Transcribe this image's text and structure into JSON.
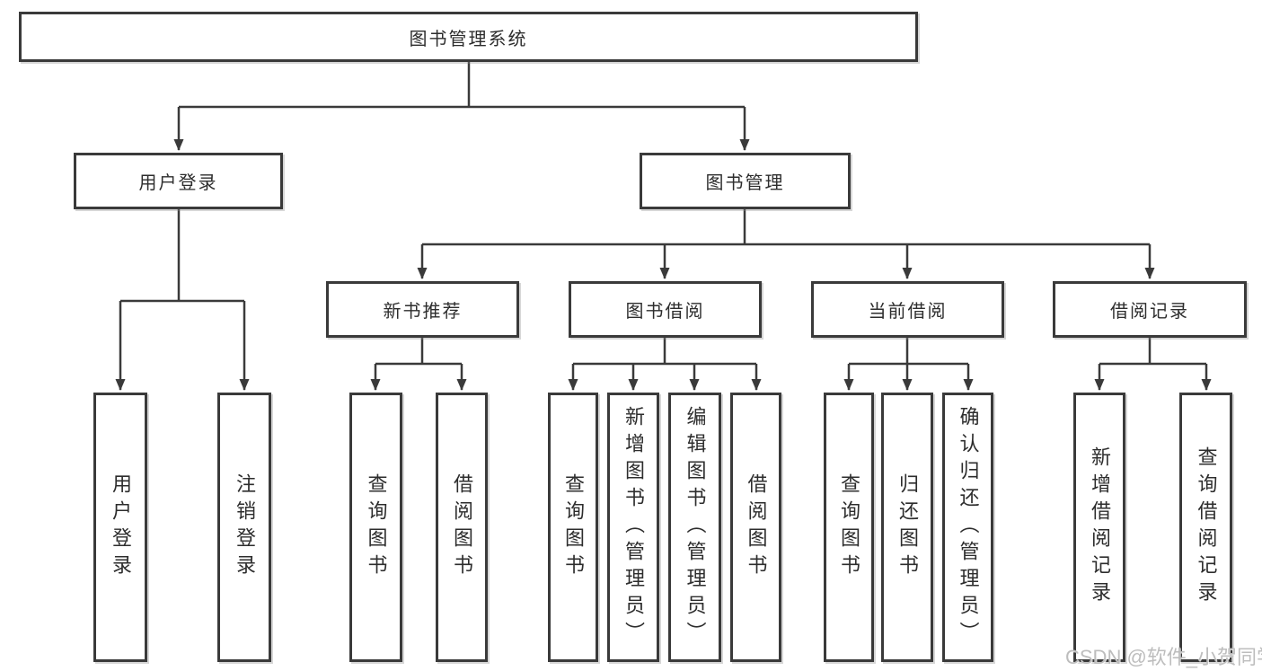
{
  "diagram": {
    "title": "图书管理系统",
    "colors": {
      "line": "#3a3a3a",
      "text": "#2d2d2d",
      "background": "#ffffff",
      "watermark": "#bdbdbd"
    },
    "root": {
      "label": "图书管理系统",
      "children": [
        {
          "label": "用户登录",
          "children": [
            {
              "label": "用户登录"
            },
            {
              "label": "注销登录"
            }
          ]
        },
        {
          "label": "图书管理",
          "children": [
            {
              "label": "新书推荐",
              "children": [
                {
                  "label": "查询图书"
                },
                {
                  "label": "借阅图书"
                }
              ]
            },
            {
              "label": "图书借阅",
              "children": [
                {
                  "label": "查询图书"
                },
                {
                  "label": "新增图书（管理员）"
                },
                {
                  "label": "编辑图书（管理员）"
                },
                {
                  "label": "借阅图书"
                }
              ]
            },
            {
              "label": "当前借阅",
              "children": [
                {
                  "label": "查询图书"
                },
                {
                  "label": "归还图书"
                },
                {
                  "label": "确认归还（管理员）"
                }
              ]
            },
            {
              "label": "借阅记录",
              "children": [
                {
                  "label": "新增借阅记录"
                },
                {
                  "label": "查询借阅记录"
                }
              ]
            }
          ]
        }
      ]
    },
    "watermark": "CSDN @软件_小贺同学"
  }
}
